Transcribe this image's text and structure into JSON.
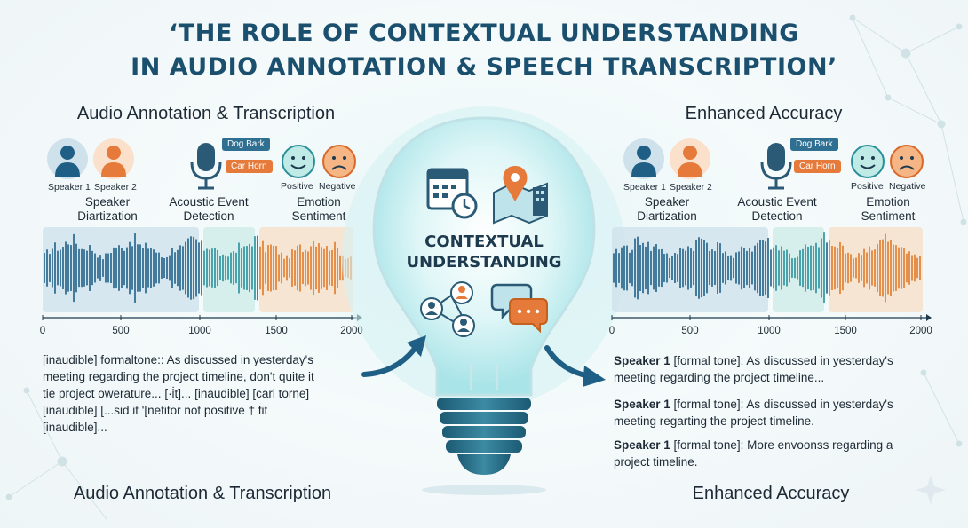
{
  "title": {
    "line1": "‘THE ROLE OF CONTEXTUAL UNDERSTANDING",
    "line2": "IN AUDIO ANNOTATION & SPEECH TRANSCRIPTION’"
  },
  "left": {
    "heading_top": "Audio Annotation & Transcription",
    "heading_bottom": "Audio Annotation & Transcription",
    "speaker1": "Speaker 1",
    "speaker2": "Speaker 2",
    "diarization": "Speaker Diartization",
    "tag_dog": "Dog Bark",
    "tag_car": "Car Horn",
    "acoustic": "Acoustic Event Detection",
    "positive": "Positive",
    "negative": "Negative",
    "emotion": "Emotion Sentiment",
    "axis": [
      "0",
      "500",
      "1000",
      "1500",
      "2000"
    ],
    "transcript": [
      "[inaudible] formaltone:: As discussed in yesterday's",
      "meeting regarding the project timeline, don't quite it",
      "tie project owerature... [·i̇t]... [inaudible] [carl torne]",
      "[inaudible] [...sid it   '[netitor not positive † fit",
      "[inaudible]..."
    ]
  },
  "center": {
    "line1": "CONTEXTUAL",
    "line2": "UNDERSTANDING"
  },
  "right": {
    "heading_top": "Enhanced Accuracy",
    "heading_bottom": "Enhanced Accuracy",
    "speaker1": "Speaker 1",
    "speaker2": "Speaker 2",
    "diarization": "Speaker Diartization",
    "tag_dog": "Dog Bark",
    "tag_car": "Car Horn",
    "acoustic": "Acoustic Event Detection",
    "positive": "Positive",
    "negative": "Negative",
    "emotion": "Emotion Sentiment",
    "axis": [
      "0",
      "500",
      "1000",
      "1500",
      "2000"
    ],
    "transcripts": [
      {
        "speaker": "Speaker 1",
        "text": " [formal tone]: As discussed in yesterday's",
        "line2": "meeting regarding the project timeline..."
      },
      {
        "speaker": "Speaker 1",
        "text": " [formal tone]:  As discussed in yesterday's",
        "line2": "meeting regarting the project  timeline."
      },
      {
        "speaker": "Speaker 1",
        "text": " [formal tone]: More envoonss regarding a",
        "line2": "project timeline."
      }
    ]
  },
  "colors": {
    "title": "#1b4f6e",
    "wave_blue": "#1f5f86",
    "wave_teal": "#2a8f99",
    "wave_orange": "#e07a2a",
    "region_blue": "#cfe2ec",
    "region_teal": "#d3ecea",
    "region_orange": "#f7e2cf",
    "bulb_glow": "#bfeef0",
    "bulb_base": "#2a6e86"
  },
  "icons": [
    "person-icon",
    "microphone-icon",
    "smiley-icon",
    "frown-icon",
    "calendar-clock-icon",
    "map-pin-icon",
    "network-icon",
    "chat-bubbles-icon",
    "arrow-icon"
  ]
}
